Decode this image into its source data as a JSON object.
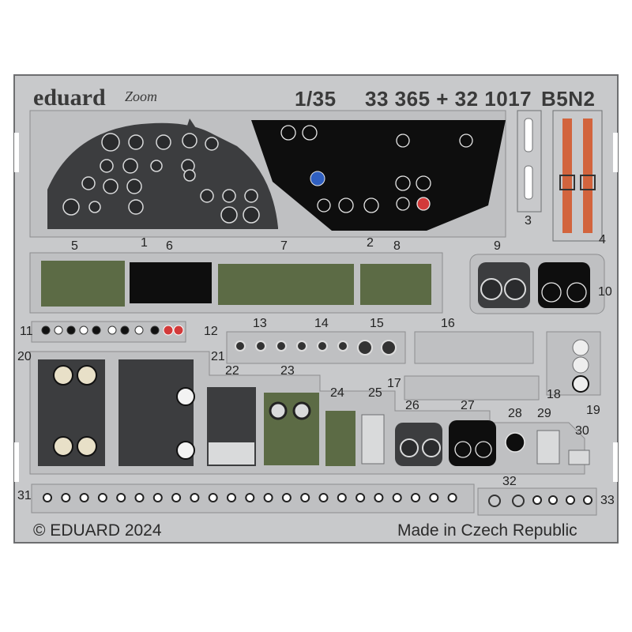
{
  "header": {
    "brand": "eduard",
    "logo_text": "Zoom",
    "scale": "1/35",
    "codes": "33 365 + 32 1017",
    "model": "B5N2"
  },
  "part_numbers": {
    "p1": "1",
    "p2": "2",
    "p3": "3",
    "p4": "4",
    "p5": "5",
    "p6": "6",
    "p7": "7",
    "p8": "8",
    "p9": "9",
    "p10": "10",
    "p11": "11",
    "p12": "12",
    "p13": "13",
    "p14": "14",
    "p15": "15",
    "p16": "16",
    "p17": "17",
    "p18": "18",
    "p19": "19",
    "p20": "20",
    "p21": "21",
    "p22": "22",
    "p23": "23",
    "p24": "24",
    "p25": "25",
    "p26": "26",
    "p27": "27",
    "p28": "28",
    "p29": "29",
    "p30": "30",
    "p31": "31",
    "p32": "32",
    "p33": "33"
  },
  "footer": {
    "copyright": "© EDUARD 2024",
    "origin": "Made in Czech Republic"
  },
  "colors": {
    "fret": "#c8c9cb",
    "fret_edge": "#6d6e70",
    "panel_dark": "#3c3d3f",
    "panel_black": "#0e0e0e",
    "panel_green": "#5c6b45",
    "belt_orange": "#d2643d",
    "red_gauge": "#d23a3a"
  }
}
